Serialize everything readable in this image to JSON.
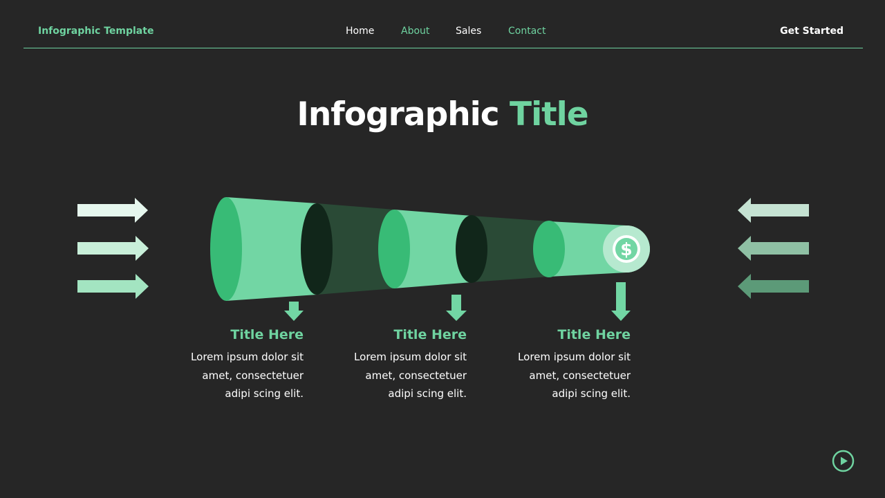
{
  "header": {
    "brand": "Infographic Template",
    "nav": [
      {
        "label": "Home",
        "accent": false
      },
      {
        "label": "About",
        "accent": true
      },
      {
        "label": "Sales",
        "accent": false
      },
      {
        "label": "Contact",
        "accent": true
      }
    ],
    "cta": "Get Started"
  },
  "title": {
    "main": "Infographic",
    "accent": "Title"
  },
  "diagram": {
    "icon": "dollar-coin-icon",
    "steps": [
      {
        "title": "Title Here",
        "text": "Lorem ipsum dolor sit amet, consectetuer adipi scing elit."
      },
      {
        "title": "Title Here",
        "text": "Lorem ipsum dolor sit amet, consectetuer adipi scing elit."
      },
      {
        "title": "Title Here",
        "text": "Lorem ipsum dolor sit amet, consectetuer adipi scing elit."
      }
    ]
  },
  "controls": {
    "play_icon": "play-circle-icon"
  },
  "colors": {
    "background": "#262626",
    "accent": "#6fd3a0",
    "accent_dark": "#38bb76",
    "segment_dark": "#2a4a36",
    "ring_dark": "#11261a",
    "text": "#ffffff"
  }
}
